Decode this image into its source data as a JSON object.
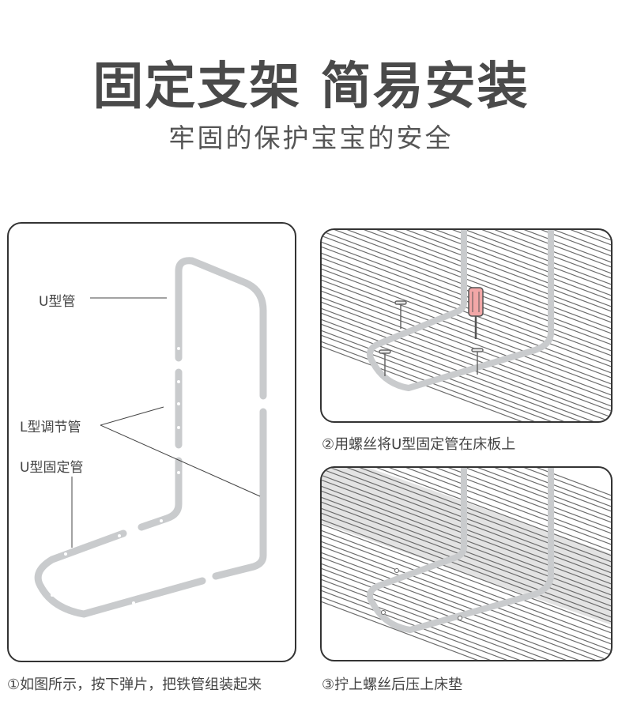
{
  "header": {
    "title": "固定支架 简易安装",
    "subtitle": "牢固的保护宝宝的安全"
  },
  "panel1": {
    "labels": {
      "u_tube": "U型管",
      "l_adjust_tube": "L型调节管",
      "u_fixed_tube": "U型固定管"
    },
    "caption": "①如图所示，按下弹片，把铁管组装起来"
  },
  "panel2": {
    "caption": "②用螺丝将U型固定管在床板上"
  },
  "panel3": {
    "caption": "③拧上螺丝后压上床垫"
  },
  "colors": {
    "tube": "#c9cbcd",
    "stripe": "#6b6b6b",
    "screwdriver": "#f2a7a7",
    "mattress": "#e3e3e3"
  }
}
